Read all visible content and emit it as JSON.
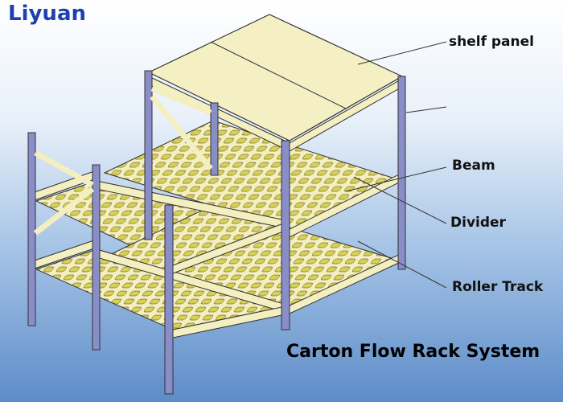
{
  "brand": {
    "name": "Liyuan",
    "color": "#1f3fb0"
  },
  "title": "Carton Flow Rack System",
  "callouts": [
    {
      "id": "shelf-panel",
      "label": "shelf panel"
    },
    {
      "id": "upright",
      "label": ""
    },
    {
      "id": "beam",
      "label": "Beam"
    },
    {
      "id": "divider",
      "label": "Divider"
    },
    {
      "id": "roller-track",
      "label": "Roller Track"
    }
  ],
  "colors": {
    "frame": "#f4efc0",
    "upright": "#8a8ec8",
    "roller": "#d8cf5a",
    "shelf": "#f5f0c4",
    "outline": "#333333"
  }
}
